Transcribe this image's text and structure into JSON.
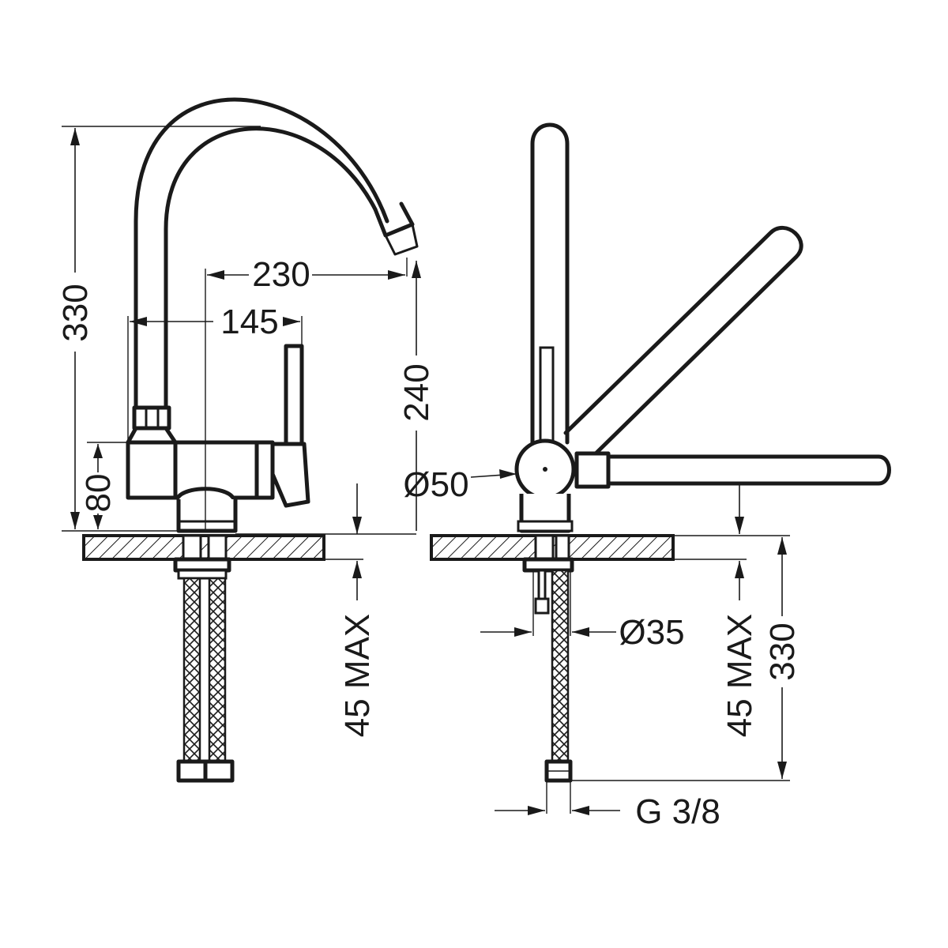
{
  "dimensions": {
    "total_height": "330",
    "spout_reach": "230",
    "lever_offset": "145",
    "spout_height": "240",
    "body_height": "80",
    "body_diameter": "Ø50",
    "shank_diameter": "Ø35",
    "deck_thickness_front": "45 MAX",
    "deck_thickness_side": "45 MAX",
    "hose_length": "330",
    "connection_thread": "G 3/8"
  }
}
